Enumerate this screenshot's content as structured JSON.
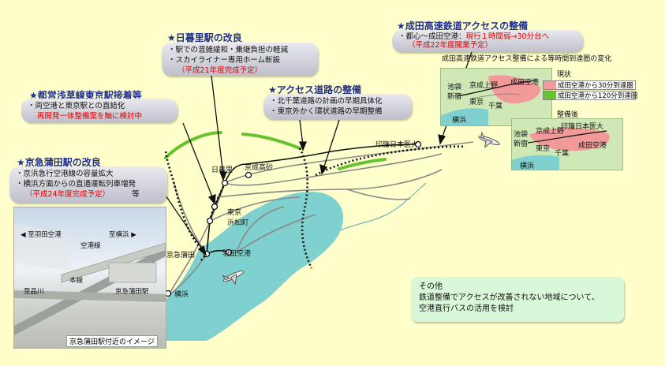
{
  "colors": {
    "background": "#ffffcc",
    "sea": "#7fd1cf",
    "heading": "#1f2f8f",
    "highlight": "#e00000",
    "new_track": "#66c22e",
    "zone_30": "#f29a9a",
    "zone_120": "#66c22e"
  },
  "sections": {
    "nippori": {
      "title": "日暮里駅の改良",
      "items": [
        "駅での混雑緩和・乗継負担の軽減",
        "スカイライナー専用ホーム新設"
      ],
      "note": "（平成21年度完成予定）"
    },
    "asakusa": {
      "title": "都営浅草線東京駅接着等",
      "items": [
        "両空港と東京駅との直結化"
      ],
      "note": "再開発一体整備案を軸に検討中"
    },
    "access_road": {
      "title": "アクセス道路の整備",
      "items": [
        "北千葉道路の計画の早期具体化",
        "東京外かく環状道路の早期整備"
      ]
    },
    "kamata": {
      "title": "京急蒲田駅の改良",
      "items": [
        "京浜急行空港線の容量拡大",
        "横浜方面からの直通運転列車増発"
      ],
      "note": "（平成24年度完成予定）",
      "etc": "等"
    },
    "narita_rail": {
      "title": "成田高速鉄道アクセスの整備",
      "item_prefix": "都心～成田空港：",
      "item_highlight": "現行１時間弱→30分台へ",
      "note": "（平成22年度開業予定）",
      "inset_title": "成田高速鉄道アクセス整備による等時間到達圏の変化",
      "before_label": "現状",
      "after_label": "整備後",
      "legend": [
        "成田空港から30分到達圏",
        "成田空港から120分到達圏"
      ]
    }
  },
  "map_labels": {
    "nippori": "日暮里",
    "keisei_takasago": "京成高砂",
    "tokyo": "東京",
    "hamamatsucho": "浜松町",
    "keikyu_kamata": "京急蒲田",
    "haneda": "羽田空港",
    "yokohama": "横浜",
    "inba": "印旛日本医大"
  },
  "inset_labels": {
    "ikebukuro": "池袋",
    "shinjuku": "新宿",
    "keisei_ueno": "京成上野",
    "narita": "成田空港",
    "tokyo": "東京",
    "chiba": "千葉",
    "yokohama": "横浜",
    "inba": "印旛日本医大"
  },
  "photo": {
    "to_haneda": "至羽田空港",
    "to_yokohama": "至横浜",
    "airport_line": "空港線",
    "main_line": "本線",
    "to_shinagawa": "至品川",
    "station": "京急蒲田駅",
    "caption": "京急蒲田駅付近のイメージ"
  },
  "other": {
    "title": "その他",
    "line1": "鉄道整備でアクセスが改善されない地域について、",
    "line2": "空港直行バスの活用を検討"
  }
}
